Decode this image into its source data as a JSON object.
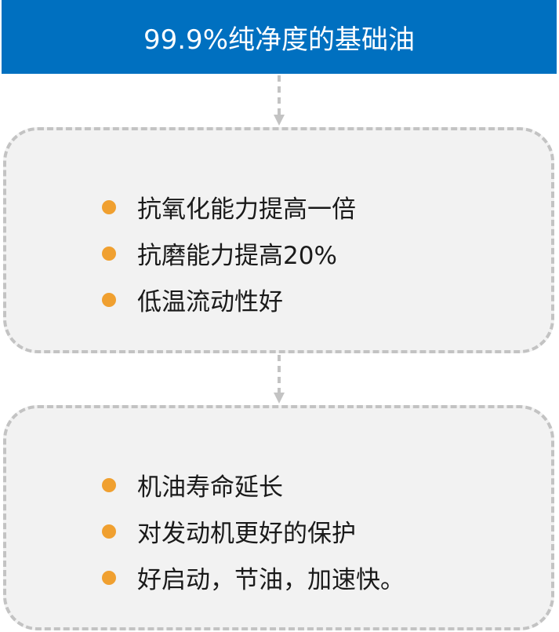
{
  "header": {
    "title": "99.9%纯净度的基础油"
  },
  "box1": {
    "items": [
      "抗氧化能力提高一倍",
      "抗磨能力提高20%",
      "低温流动性好"
    ]
  },
  "box2": {
    "items": [
      "机油寿命延长",
      "对发动机更好的保护",
      "好启动，节油，加速快。"
    ]
  },
  "colors": {
    "header_bg": "#0070c0",
    "header_text": "#ffffff",
    "box_bg": "#f2f2f2",
    "box_border": "#c3c3c3",
    "bullet": "#f0a030",
    "text": "#1a1a1a"
  }
}
